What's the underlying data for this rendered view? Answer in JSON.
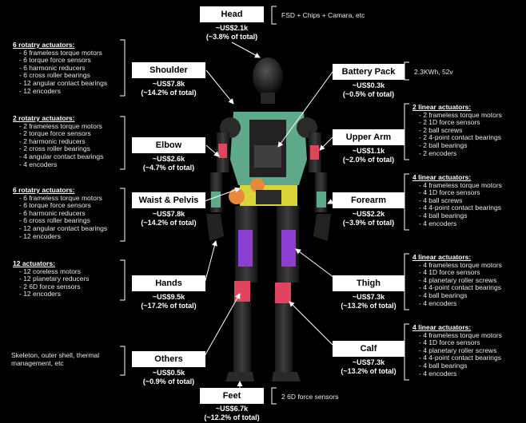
{
  "components": {
    "head": {
      "label": "Head",
      "cost": "~US$2.1k",
      "pct": "(~3.8% of total)"
    },
    "shoulder": {
      "label": "Shoulder",
      "cost": "~US$7.8k",
      "pct": "(~14.2% of total)"
    },
    "elbow": {
      "label": "Elbow",
      "cost": "~US$2.6k",
      "pct": "(~4.7% of total)"
    },
    "waist": {
      "label": "Waist & Pelvis",
      "cost": "~US$7.8k",
      "pct": "(~14.2% of total)"
    },
    "hands": {
      "label": "Hands",
      "cost": "~US$9.5k",
      "pct": "(~17.2% of total)"
    },
    "others": {
      "label": "Others",
      "cost": "~US$0.5k",
      "pct": "(~0.9% of total)"
    },
    "feet": {
      "label": "Feet",
      "cost": "~US$6.7k",
      "pct": "(~12.2% of total)"
    },
    "battery": {
      "label": "Battery Pack",
      "cost": "~US$0.3k",
      "pct": "(~0.5% of total)"
    },
    "upperarm": {
      "label": "Upper Arm",
      "cost": "~US$1.1k",
      "pct": "(~2.0% of total)"
    },
    "forearm": {
      "label": "Forearm",
      "cost": "~US$2.2k",
      "pct": "(~3.9% of total)"
    },
    "thigh": {
      "label": "Thigh",
      "cost": "~US$7.3k",
      "pct": "(~13.2% of total)"
    },
    "calf": {
      "label": "Calf",
      "cost": "~US$7.3k",
      "pct": "(~13.2% of total)"
    }
  },
  "notes": {
    "head": "FSD + Chips + Camara, etc",
    "battery": "2.3KWh, 52v",
    "feet": "2 6D force sensors",
    "others": "Skeleton, outer shell, thermal management, etc"
  },
  "specs": {
    "shoulder": {
      "header": "6 rotatry actuators:",
      "items": [
        "6 frameless torque motors",
        "6 torque force sensors",
        "6 harmonic reducers",
        "6 cross roller bearings",
        "12 angular contact bearings",
        "12 encoders"
      ]
    },
    "elbow": {
      "header": "2 rotatry actuators:",
      "items": [
        "2 frameless torque motors",
        "2 torque force sensors",
        "2 harmonic reducers",
        "2 cross roller bearings",
        "4 angular contact bearings",
        "4 encoders"
      ]
    },
    "waist": {
      "header": "6 rotatry actuators:",
      "items": [
        "6 frameless torque motors",
        "6 torque force sensors",
        "6 harmonic reducers",
        "6 cross roller bearings",
        "12 angular contact bearings",
        "12 encoders"
      ]
    },
    "hands": {
      "header": "12 actuators:",
      "items": [
        "12 coreless motors",
        "12 planetary reducers",
        "2 6D force sensors",
        "12 encoders"
      ]
    },
    "upperarm": {
      "header": "2 linear actuators:",
      "items": [
        "2 frameless torque motors",
        "2 1D force sensors",
        "2 ball screws",
        "2 4-point contact bearings",
        "2 ball bearings",
        "2 encoders"
      ]
    },
    "forearm": {
      "header": "4 linear actuators:",
      "items": [
        "4 frameless torque motors",
        "4 1D force sensors",
        "4 ball screws",
        "4 4-point contact bearings",
        "4 ball bearings",
        "4 encoders"
      ]
    },
    "thigh": {
      "header": "4 linear actuators:",
      "items": [
        "4 frameless torque motors",
        "4 1D force sensors",
        "4 planetary roller screws",
        "4 4-point contact bearings",
        "4 ball bearings",
        "4 encoders"
      ]
    },
    "calf": {
      "header": "4 linear actuators:",
      "items": [
        "4 frameless torque motors",
        "4 1D force sensors",
        "4 planetary roller screws",
        "4 4-point contact bearings",
        "4 ball bearings",
        "4 encoders"
      ]
    }
  },
  "colors": {
    "background": "#000000",
    "label_box": "#ffffff",
    "torso_green": "#5fa88a",
    "actuator_red": "#e04560",
    "actuator_purple": "#8a3fd0",
    "actuator_yellow": "#d9d437",
    "actuator_orange": "#e8893a"
  }
}
